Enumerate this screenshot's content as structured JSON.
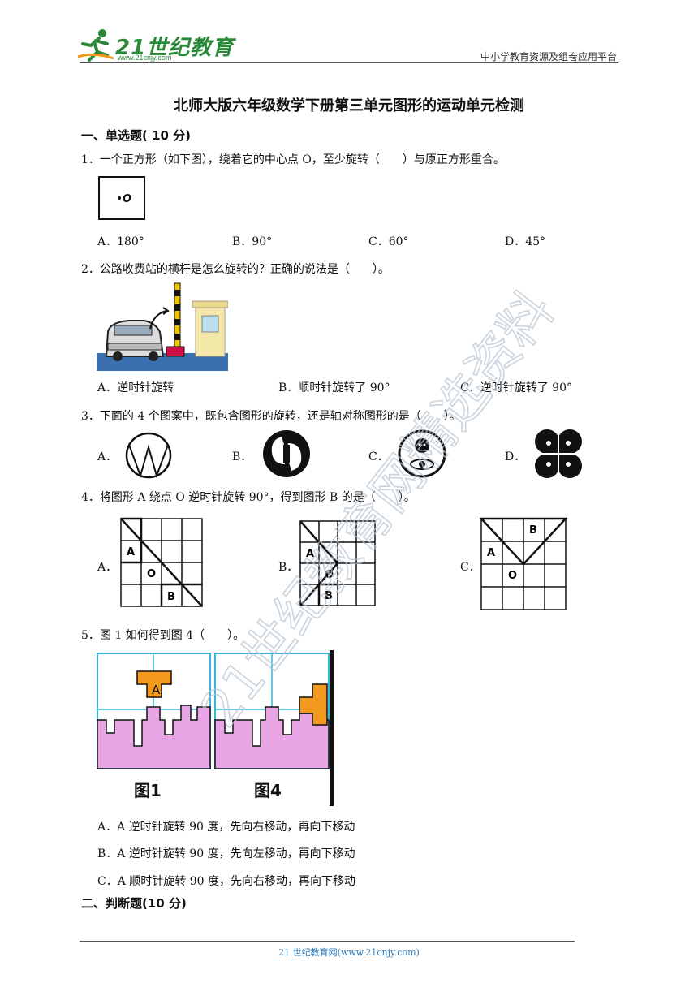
{
  "header": {
    "logo_text": "21世纪教育",
    "logo_sub": "www.21cnjy.com",
    "right": "中小学教育资源及组卷应用平台"
  },
  "title": "北师大版六年级数学下册第三单元图形的运动单元检测",
  "sections": {
    "s1": "一、单选题( 10 分)",
    "s2": "二、判断题(10 分)"
  },
  "questions": {
    "q1": {
      "text": "1．一个正方形（如下图），绕着它的中心点 O，至少旋转（　　）与原正方形重合。",
      "fig_label": "O",
      "options": [
        "A．180°",
        "B．90°",
        "C．60°",
        "D．45°"
      ]
    },
    "q2": {
      "text": "2．公路收费站的横杆是怎么旋转的？正确的说法是（　　）。",
      "options": [
        "A．逆时针旋转",
        "B．顺时针旋转了 90°",
        "C．逆时针旋转了 90°"
      ]
    },
    "q3": {
      "text": "3．下面的 4 个图案中，既包含图形的旋转，还是轴对称图形的是（　　）。",
      "options": [
        "A．",
        "B．",
        "C．",
        "D．"
      ]
    },
    "q4": {
      "text": "4．将图形 A 绕点 O 逆时针旋转 90°，得到图形 B 的是（　　）。",
      "options": [
        "A．",
        "B．",
        "C．"
      ],
      "labels": [
        "A",
        "O",
        "B"
      ]
    },
    "q5": {
      "text": "5．图 1 如何得到图 4（　　）。",
      "fig_labels": [
        "A",
        "图1",
        "图4"
      ],
      "options": [
        "A．A 逆时针旋转 90 度，先向右移动，再向下移动",
        "B．A 逆时针旋转 90 度，先向左移动，再向下移动",
        "C．A 顺时针旋转 90 度，先向右移动，再向下移动"
      ]
    }
  },
  "footer": "21 世纪教育网(www.21cnjy.com)",
  "watermark": "21世纪教育网精选资料",
  "colors": {
    "logo": "#2a8a3a",
    "footer": "#2a7ab8",
    "grid_cyan": "#33b5d6",
    "shape_orange": "#f39a1e",
    "shape_pink": "#e9a6e6"
  }
}
